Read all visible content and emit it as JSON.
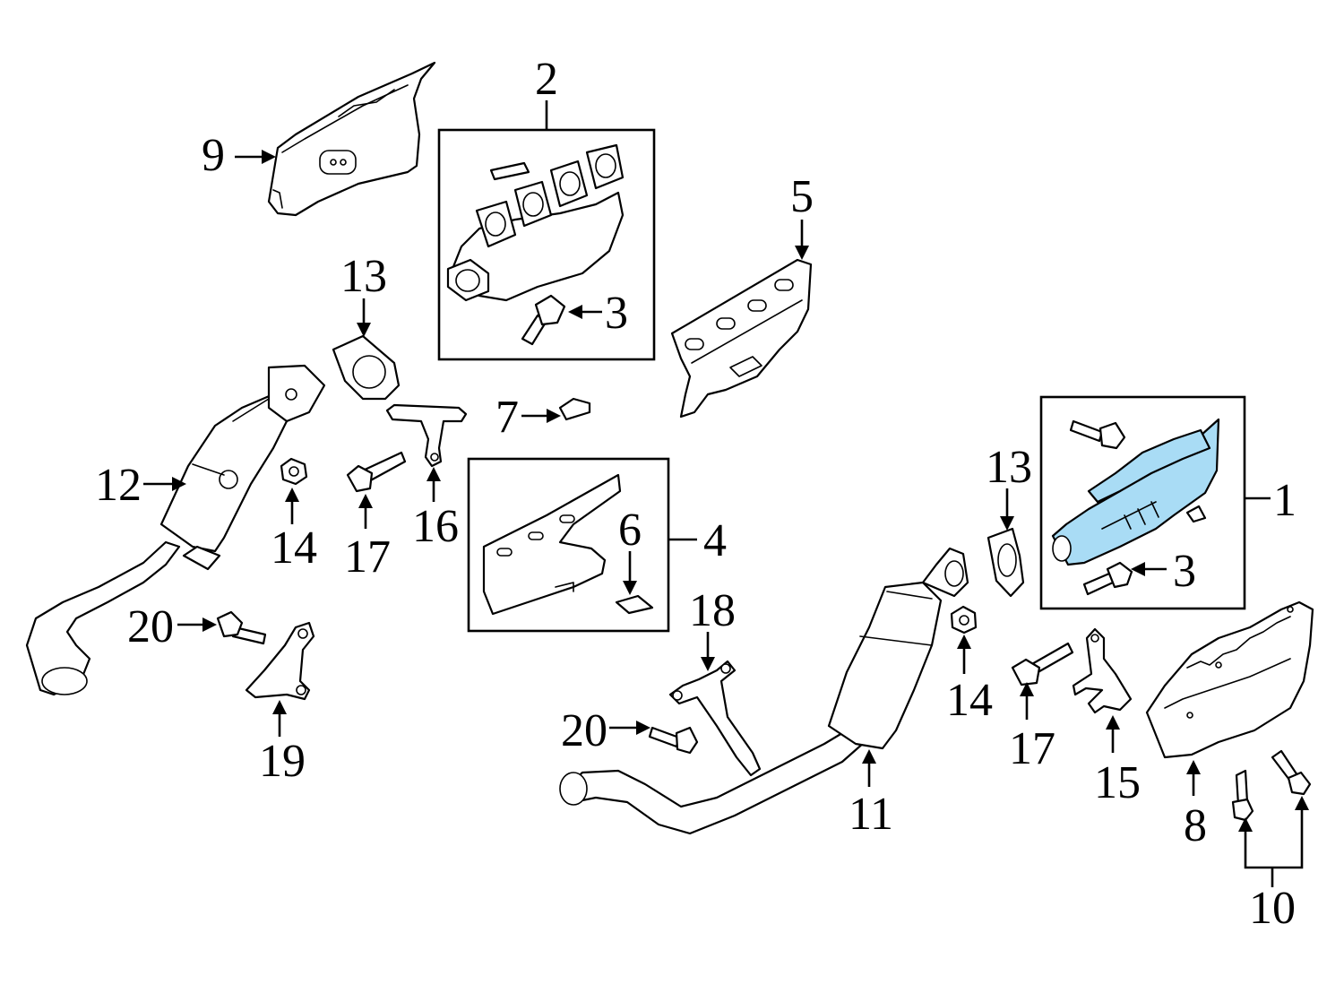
{
  "callouts": {
    "c1": "1",
    "c2": "2",
    "c3a": "3",
    "c3b": "3",
    "c4": "4",
    "c5": "5",
    "c6": "6",
    "c7": "7",
    "c8": "8",
    "c9": "9",
    "c10": "10",
    "c11": "11",
    "c12": "12",
    "c13a": "13",
    "c13b": "13",
    "c14a": "14",
    "c14b": "14",
    "c15": "15",
    "c16": "16",
    "c17a": "17",
    "c17b": "17",
    "c18": "18",
    "c19": "19",
    "c20a": "20",
    "c20b": "20"
  },
  "highlighted_part": "1",
  "colors": {
    "line": "#000000",
    "highlight": "#a9dcf5",
    "background": "#ffffff"
  },
  "icons": [
    "arrow-icon"
  ]
}
